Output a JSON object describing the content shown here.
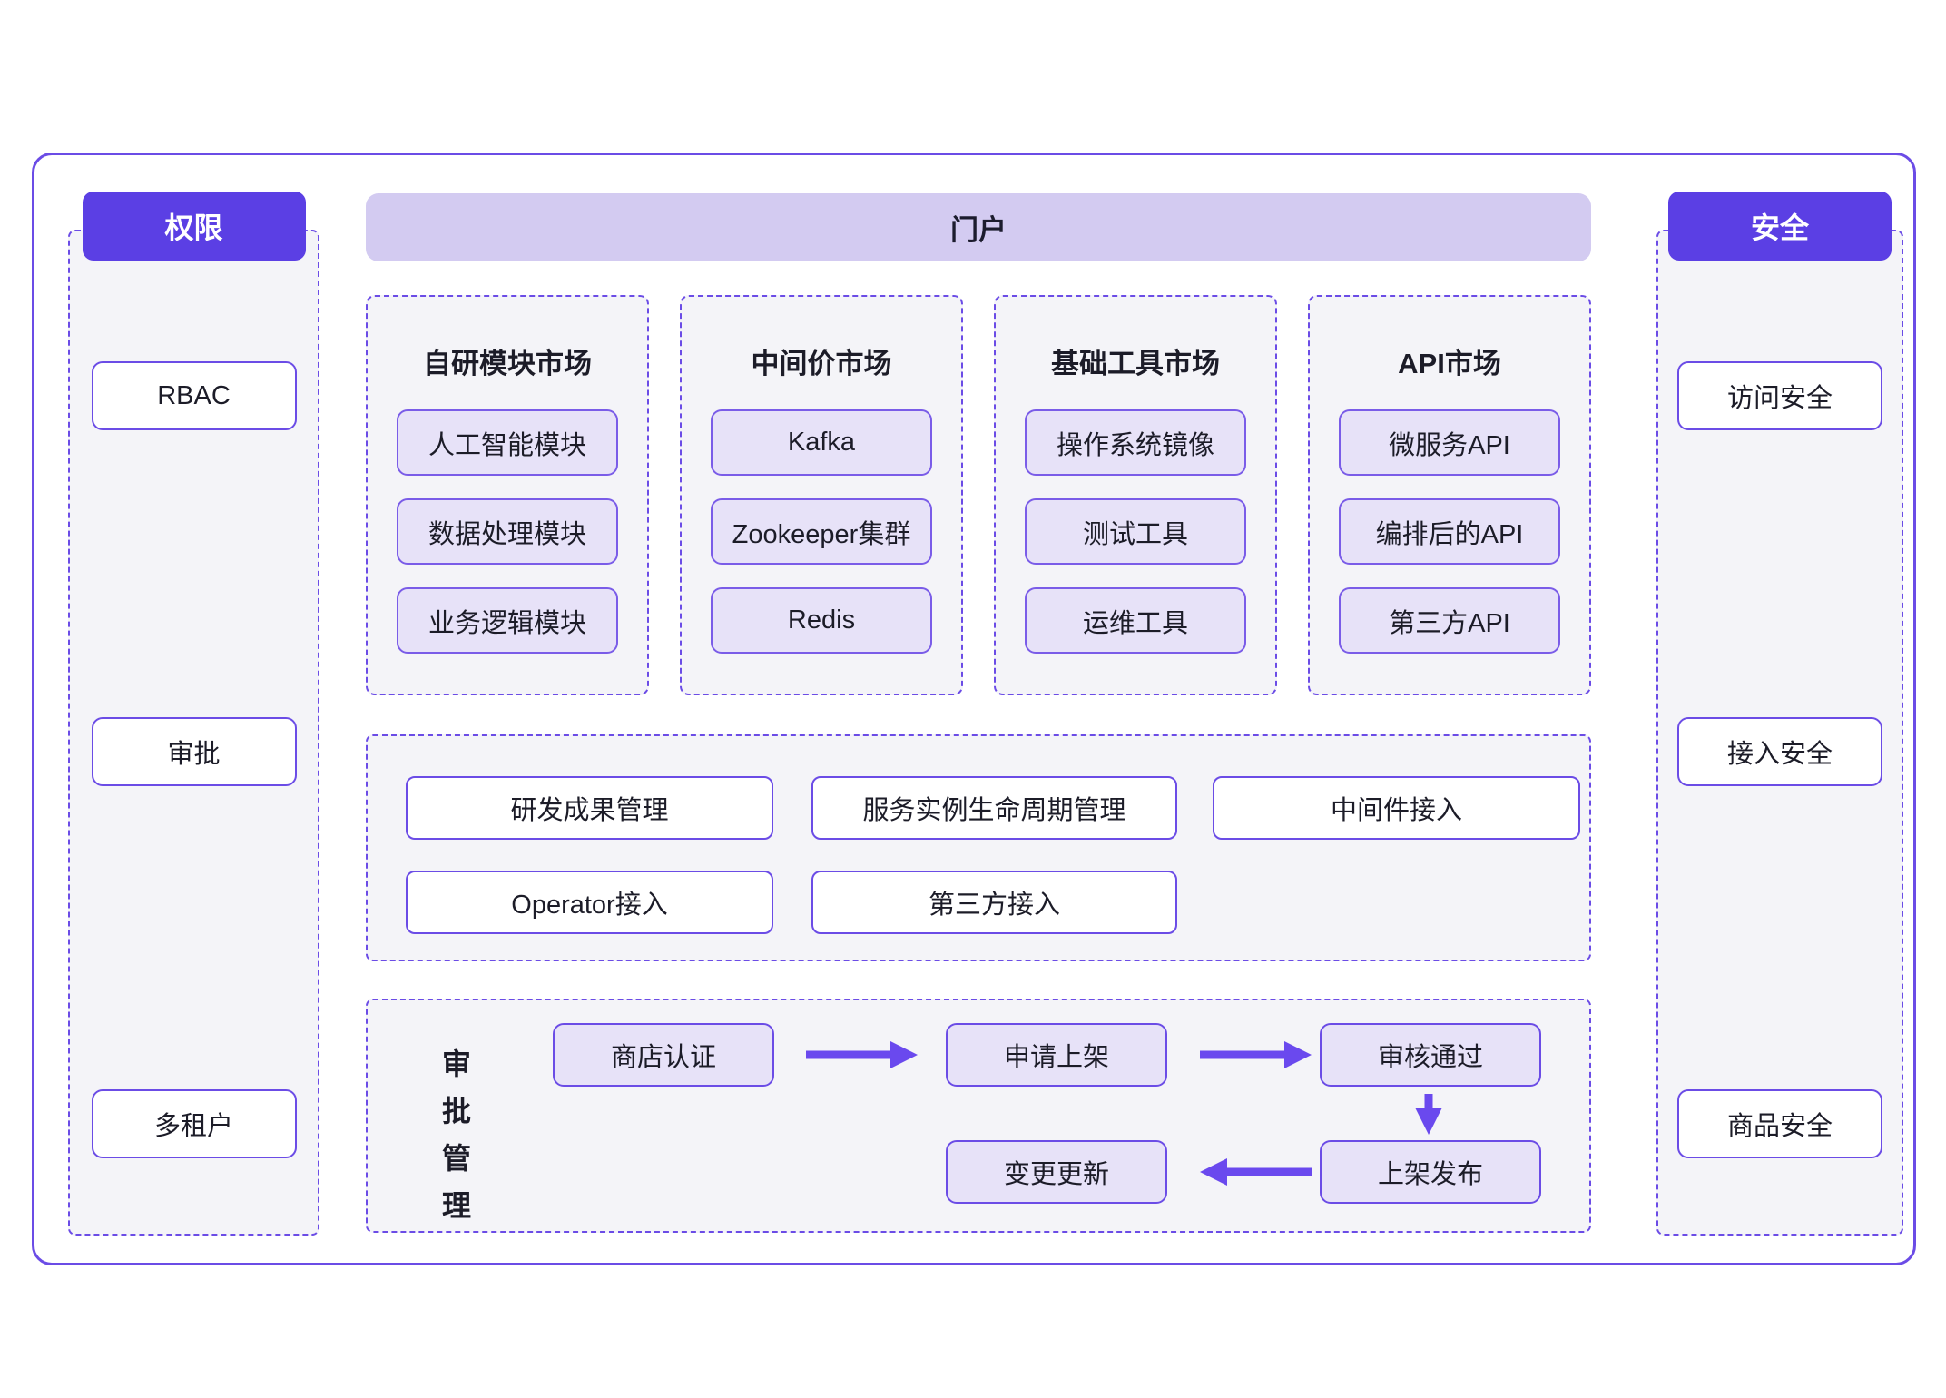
{
  "colors": {
    "accent_purple": "#5b3fe4",
    "border_purple": "#6b4ce6",
    "item_border_purple": "#7a5ce8",
    "portal_bar_bg": "#d3cbf1",
    "item_bg": "#e7e2f8",
    "panel_bg": "#f4f4f8",
    "arrow": "#6a49ee",
    "text": "#1c1c28"
  },
  "left_panel": {
    "title": "权限",
    "items": [
      "RBAC",
      "审批",
      "多租户"
    ]
  },
  "right_panel": {
    "title": "安全",
    "items": [
      "访问安全",
      "接入安全",
      "商品安全"
    ]
  },
  "portal": {
    "title": "门户"
  },
  "markets": [
    {
      "title": "自研模块市场",
      "items": [
        "人工智能模块",
        "数据处理模块",
        "业务逻辑模块"
      ]
    },
    {
      "title": "中间价市场",
      "items": [
        "Kafka",
        "Zookeeper集群",
        "Redis"
      ]
    },
    {
      "title": "基础工具市场",
      "items": [
        "操作系统镜像",
        "测试工具",
        "运维工具"
      ]
    },
    {
      "title": "API市场",
      "items": [
        "微服务API",
        "编排后的API",
        "第三方API"
      ]
    }
  ],
  "management": {
    "items": [
      "研发成果管理",
      "服务实例生命周期管理",
      "中间件接入",
      "Operator接入",
      "第三方接入"
    ]
  },
  "approval": {
    "label_vertical": "审批管理",
    "steps": [
      "商店认证",
      "申请上架",
      "审核通过",
      "上架发布",
      "变更更新"
    ]
  }
}
